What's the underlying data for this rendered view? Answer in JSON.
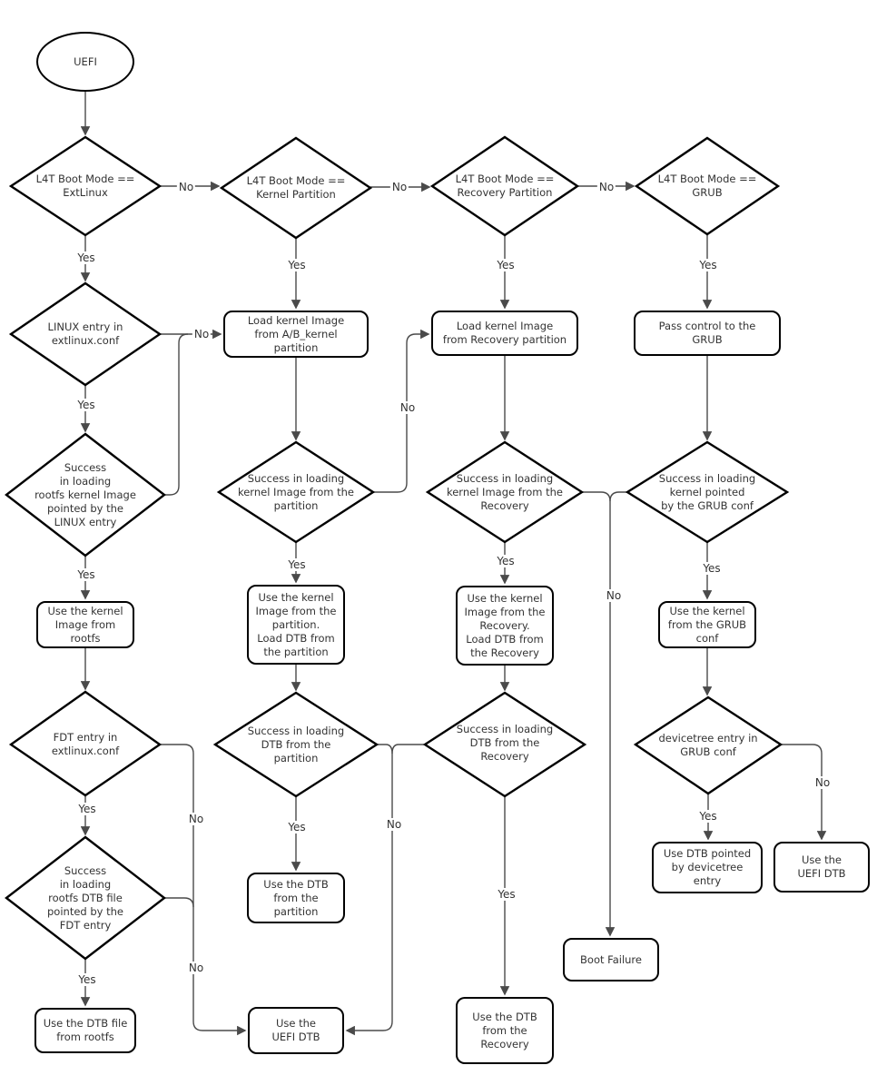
{
  "edge_labels": {
    "yes": "Yes",
    "no": "No"
  },
  "nodes": {
    "start": "UEFI",
    "mode_extlinux": "L4T Boot Mode ==\nExtLinux",
    "mode_kernel_partition": "L4T Boot Mode ==\nKernel Partition",
    "mode_recovery_partition": "L4T Boot Mode ==\nRecovery Partition",
    "mode_grub": "L4T Boot Mode ==\nGRUB",
    "linux_entry": "LINUX entry in\nextlinux.conf",
    "load_kernel_ab": "Load kernel Image\nfrom A/B_kernel\npartition",
    "load_kernel_recovery": "Load kernel Image\nfrom Recovery partition",
    "pass_control_grub": "Pass control to the\nGRUB",
    "success_rootfs_kernel": "Success\nin loading\nrootfs kernel Image\npointed by the\nLINUX entry",
    "success_kernel_partition": "Success in loading\nkernel Image from the\npartition",
    "success_kernel_recovery": "Success in loading\nkernel Image from the\nRecovery",
    "success_kernel_grub": "Success in loading\nkernel pointed\nby the GRUB conf",
    "use_kernel_rootfs": "Use the kernel\nImage from\nrootfs",
    "use_kernel_partition": "Use the kernel\nImage from the\npartition.\nLoad DTB from\nthe partition",
    "use_kernel_recovery": "Use the kernel\nImage from the\nRecovery.\nLoad DTB from\nthe Recovery",
    "use_kernel_grub": "Use the kernel\nfrom the GRUB\nconf",
    "fdt_entry": "FDT entry in\nextlinux.conf",
    "success_dtb_partition": "Success in loading\nDTB from the\npartition",
    "success_dtb_recovery": "Success in loading\nDTB from the\nRecovery",
    "devicetree_entry": "devicetree entry in\nGRUB conf",
    "success_rootfs_dtb": "Success\nin loading\nrootfs DTB file\npointed by the\nFDT entry",
    "use_dtb_partition": "Use the DTB\nfrom the\npartition",
    "use_dtb_devicetree": "Use DTB pointed\nby devicetree\nentry",
    "use_uefi_dtb_right": "Use the\nUEFI DTB",
    "boot_failure": "Boot Failure",
    "use_dtb_file_rootfs": "Use the DTB file\nfrom rootfs",
    "use_uefi_dtb_center": "Use the\nUEFI DTB",
    "use_dtb_recovery": "Use the DTB\nfrom the\nRecovery"
  },
  "colors": {
    "stroke": "#000000",
    "conn": "#4a4a4a",
    "text": "#333333",
    "bg": "#ffffff"
  }
}
